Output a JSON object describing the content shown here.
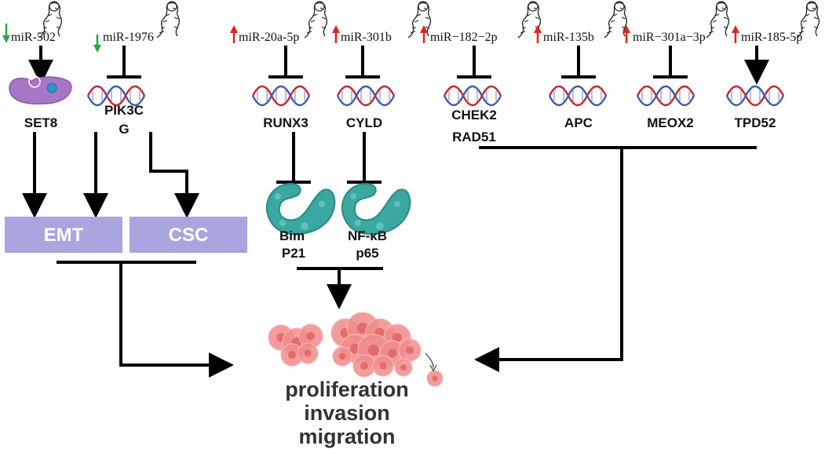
{
  "mirnas": [
    {
      "id": "m502",
      "label": "miR-502",
      "direction": "down",
      "effect": "activate"
    },
    {
      "id": "m1976",
      "label": "miR-1976",
      "direction": "down",
      "effect": "inhibit"
    },
    {
      "id": "m20a",
      "label": "miR-20a-5p",
      "direction": "up",
      "effect": "inhibit"
    },
    {
      "id": "m301b",
      "label": "miR-301b",
      "direction": "up",
      "effect": "inhibit"
    },
    {
      "id": "m182",
      "label": "miR−182−2p",
      "direction": "up",
      "effect": "inhibit"
    },
    {
      "id": "m135b",
      "label": "miR-135b",
      "direction": "up",
      "effect": "inhibit"
    },
    {
      "id": "m301a",
      "label": "miR−301a−3p",
      "direction": "up",
      "effect": "inhibit"
    },
    {
      "id": "m185",
      "label": "miR-185-5p",
      "direction": "up",
      "effect": "activate"
    }
  ],
  "targets": {
    "set8": "SET8",
    "pik3cg": [
      "PIK3C",
      "G"
    ],
    "runx3": "RUNX3",
    "cyld": "CYLD",
    "chek2": [
      "CHEK2",
      "RAD51"
    ],
    "apc": "APC",
    "meox2": "MEOX2",
    "tpd52": "TPD52"
  },
  "proteins": {
    "bim": [
      "Bim",
      "P21"
    ],
    "nfkb": [
      "NF-κB",
      "p65"
    ]
  },
  "boxes": {
    "emt": "EMT",
    "csc": "CSC"
  },
  "outcome": [
    "proliferation",
    "invasion",
    "migration"
  ],
  "colors": {
    "up_arrow": "#e8201a",
    "down_arrow": "#22a845",
    "box_fill": "#a9a5de",
    "protein": "#3aa7a0",
    "dna_red": "#c9252c",
    "dna_blue": "#3d5da8",
    "cell": "#f08b8b"
  }
}
